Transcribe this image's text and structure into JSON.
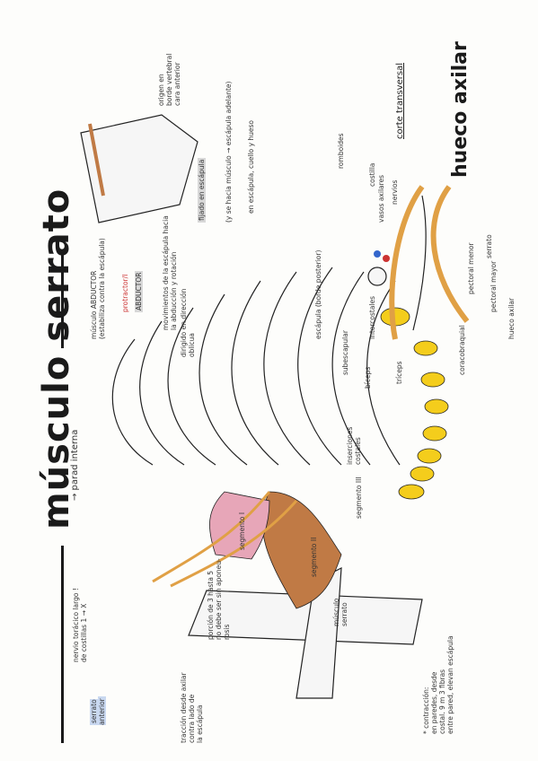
{
  "title": "músculo serrato",
  "subtitle": "→ parad interna",
  "notes": {
    "origen_costillas": "nervio torácico largo !\nde costillas 1 → X",
    "serrato_label": "serrato\nanterior",
    "segmento_1": "segmento I",
    "segmento_2": "segmento II",
    "segmento_3": "segmento III",
    "musculo_serrato": "músculo\nserrato",
    "inserciones": "inserciones\ncostales",
    "porcion": "porción de 3 hasta 5\nno debe ser sin aponeu-\nrosis",
    "asterisk": "* contracción:\nen paredes, desde\ncostal. 9 m 3 fibras\nentre pared, elevan escápula",
    "toracica": "tracción desde axilar\ncontra lado de\nla escápula",
    "origen_vertebral": "origen en\nborde vertebral\ncara anterior",
    "movimiento": "músculo ABDUCTOR\n(estabiliza contra la escápula)",
    "movil": "movimientos de la escápula hacia\nla abducción y rotación",
    "dirigido": "dirigido en dirección\noblicua",
    "fijado": "fijado en escápula",
    "musculos": "(y se hacia músculo → escápula adelante)",
    "escapula_cuello": "en escápula, cuello y hueso",
    "abductor": "ABDUCTOR",
    "protractor": "protractor/I"
  },
  "axilar": {
    "title": "hueco axilar",
    "corte": "corte transversal",
    "labels": [
      "escápula (borde posterior)",
      "romboides",
      "serrato",
      "pectoral menor",
      "pectoral mayor",
      "hueco axilar",
      "coracobraquial",
      "bíceps",
      "subescapular",
      "vasos axilares",
      "nervios",
      "costilla",
      "intercostales",
      "tríceps"
    ]
  },
  "colors": {
    "yellow": "#f4cd1c",
    "orange": "#e0a045",
    "brown": "#c07a45",
    "pink": "#e7a6b8",
    "bone": "#f6f6f6",
    "ink": "#1a1a1a"
  }
}
